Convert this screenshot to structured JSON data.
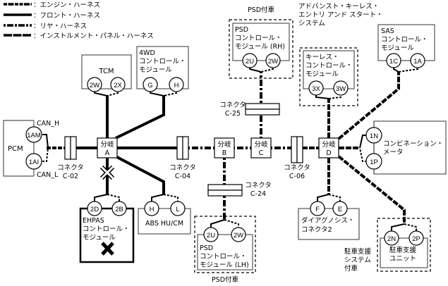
{
  "legend": [
    {
      "style": "engine",
      "label": "：エンジン・ハーネス"
    },
    {
      "style": "front",
      "label": "：フロント・ハーネス"
    },
    {
      "style": "rear",
      "label": "：リヤ・ハーネス"
    },
    {
      "style": "instrument",
      "label": "：インストルメント・パネル・ハーネス"
    }
  ],
  "modules": {
    "pcm": {
      "name": "PCM",
      "pins": [
        "1AM",
        "1AI"
      ],
      "can_h": "CAN_H",
      "can_l": "CAN_L"
    },
    "tcm": {
      "name": "TCM",
      "pins": [
        "2W",
        "2X"
      ]
    },
    "awd": {
      "lines": [
        "4WD",
        "コントロール・",
        "モジュール"
      ],
      "pins": [
        "G",
        "H"
      ]
    },
    "psd_rh": {
      "lines": [
        "PSD",
        "コントロール・",
        "モジュール (RH)"
      ],
      "pins": [
        "2U",
        "2W"
      ],
      "option": "PSD付車"
    },
    "keyless": {
      "lines": [
        "キーレス・",
        "コントロール・",
        "モジュール"
      ],
      "pins": [
        "3X",
        "3W"
      ],
      "option_lines": [
        "アドバンスト・キーレス・",
        "エントリ アンド スタート・",
        "システム"
      ]
    },
    "sas": {
      "lines": [
        "SAS",
        "コントロール・",
        "モジュール"
      ],
      "pins": [
        "1C",
        "1A"
      ]
    },
    "meter": {
      "lines": [
        "コンビネーション・",
        "メータ"
      ],
      "pins": [
        "1N",
        "1P"
      ]
    },
    "ehpas": {
      "lines": [
        "EHPAS",
        "コントロール・",
        "モジュール"
      ],
      "pins": [
        "2D",
        "2B"
      ]
    },
    "abs": {
      "name": "ABS HU/CM",
      "pins": [
        "H",
        "L"
      ]
    },
    "psd_lh": {
      "lines": [
        "PSD",
        "コントロール・",
        "モジュール (LH)"
      ],
      "pins": [
        "2U",
        "2W"
      ],
      "option": "PSD付車"
    },
    "dlc": {
      "lines": [
        "ダイアグノシス・",
        "コネクタ2"
      ],
      "pins": [
        "F",
        "E"
      ]
    },
    "park": {
      "lines": [
        "駐車支援",
        "ユニット"
      ],
      "pins": [
        "2N",
        "2P"
      ],
      "option_lines": [
        "駐車支援",
        "システム",
        "付車"
      ]
    }
  },
  "branches": {
    "a": [
      "分岐",
      "A"
    ],
    "b": [
      "分岐",
      "B"
    ],
    "c": [
      "分岐",
      "C"
    ],
    "d": [
      "分岐",
      "D"
    ]
  },
  "connectors": {
    "c02": [
      "コネクタ",
      "C-02"
    ],
    "c04": [
      "コネクタ",
      "C-04"
    ],
    "c06": [
      "コネクタ",
      "C-06"
    ],
    "c24": [
      "コネクタ",
      "C-24"
    ],
    "c25": [
      "コネクタ",
      "C-25"
    ]
  }
}
